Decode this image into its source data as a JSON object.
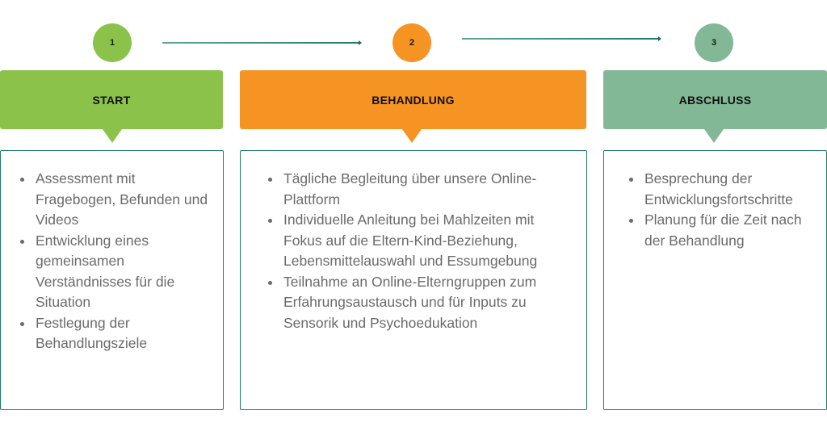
{
  "colors": {
    "start": "#8bc34a",
    "behandlung": "#f59323",
    "abschluss": "#82b896",
    "border": "#1f7a66",
    "text": "#6b6b6b"
  },
  "steps": [
    {
      "number": "1",
      "title": "START",
      "items": [
        "Assessment mit Fragebogen, Befunden und Videos",
        "Entwicklung eines gemeinsamen Verständnisses für die Situation",
        "Festlegung der Behandlungsziele"
      ]
    },
    {
      "number": "2",
      "title": "BEHANDLUNG",
      "items": [
        "Tägliche Begleitung über unsere Online-Plattform",
        "Individuelle Anleitung bei Mahlzeiten mit Fokus auf die Eltern-Kind-Beziehung, Lebensmittelauswahl und Essumgebung",
        "Teilnahme an Online-Elterngruppen zum Erfahrungsaustausch und für Inputs zu Sensorik und Psychoedukation"
      ]
    },
    {
      "number": "3",
      "title": "ABSCHLUSS",
      "items": [
        "Besprechung der Entwicklungsfortschritte",
        "Planung für die Zeit nach der Behandlung"
      ]
    }
  ]
}
